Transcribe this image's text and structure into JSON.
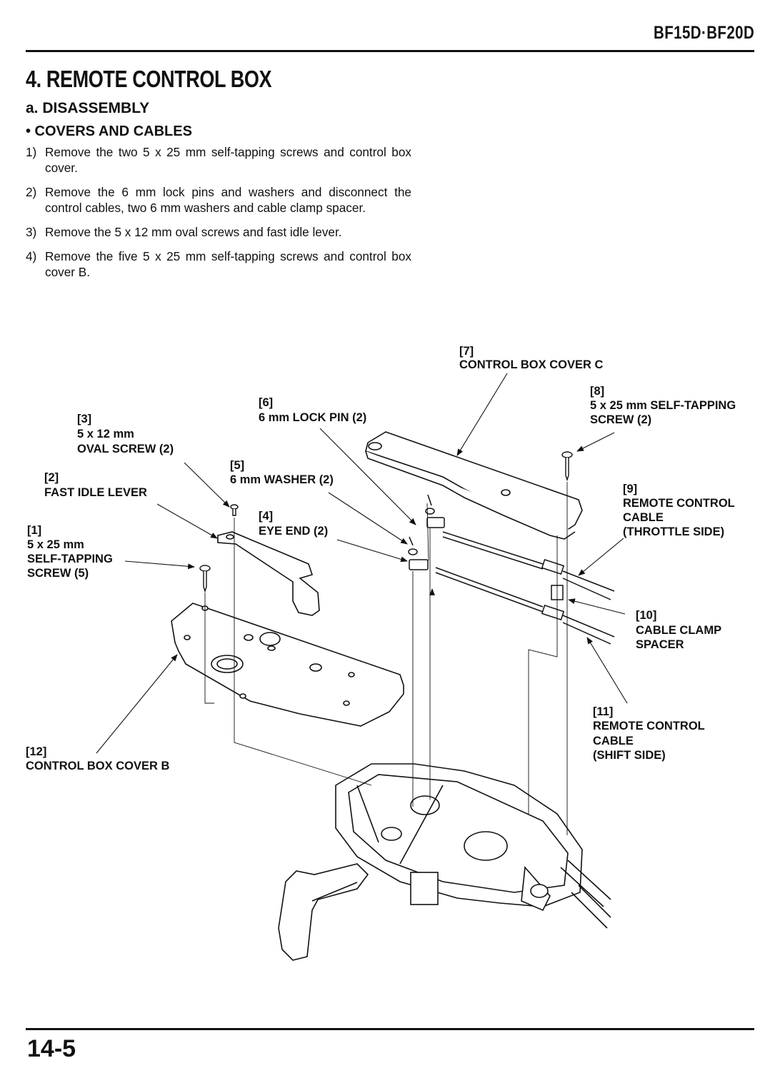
{
  "header": {
    "model": "BF15D·BF20D"
  },
  "section": {
    "title": "4. REMOTE CONTROL BOX",
    "subsection": "a. DISASSEMBLY",
    "bullet_heading": "• COVERS AND CABLES"
  },
  "steps": [
    {
      "num": "1)",
      "text": "Remove the two 5 x 25 mm self-tapping screws and control box cover."
    },
    {
      "num": "2)",
      "text": "Remove the 6 mm lock pins and washers and disconnect the control cables, two 6 mm washers and cable clamp spacer."
    },
    {
      "num": "3)",
      "text": "Remove the 5 x 12 mm oval screws and fast idle lever."
    },
    {
      "num": "4)",
      "text": "Remove the five 5 x 25 mm self-tapping screws and control box cover B."
    }
  ],
  "callouts": {
    "c1": {
      "ref": "[1]",
      "lines": [
        "5 x 25 mm",
        "SELF-TAPPING",
        "SCREW (5)"
      ]
    },
    "c2": {
      "ref": "[2]",
      "lines": [
        "FAST IDLE LEVER"
      ]
    },
    "c3": {
      "ref": "[3]",
      "lines": [
        "5 x 12 mm",
        "OVAL SCREW (2)"
      ]
    },
    "c4": {
      "ref": "[4]",
      "lines": [
        "EYE END (2)"
      ]
    },
    "c5": {
      "ref": "[5]",
      "lines": [
        "6 mm WASHER (2)"
      ]
    },
    "c6": {
      "ref": "[6]",
      "lines": [
        "6 mm LOCK PIN (2)"
      ]
    },
    "c7": {
      "ref": "[7]",
      "lines": [
        "CONTROL BOX COVER C"
      ]
    },
    "c8": {
      "ref": "[8]",
      "lines": [
        "5 x 25 mm SELF-TAPPING",
        "SCREW (2)"
      ]
    },
    "c9": {
      "ref": "[9]",
      "lines": [
        "REMOTE CONTROL",
        "CABLE",
        "(THROTTLE SIDE)"
      ]
    },
    "c10": {
      "ref": "[10]",
      "lines": [
        "CABLE CLAMP",
        "SPACER"
      ]
    },
    "c11": {
      "ref": "[11]",
      "lines": [
        "REMOTE CONTROL",
        "CABLE",
        "(SHIFT SIDE)"
      ]
    },
    "c12": {
      "ref": "[12]",
      "lines": [
        "CONTROL BOX COVER B"
      ]
    }
  },
  "footer": {
    "page": "14-5"
  }
}
